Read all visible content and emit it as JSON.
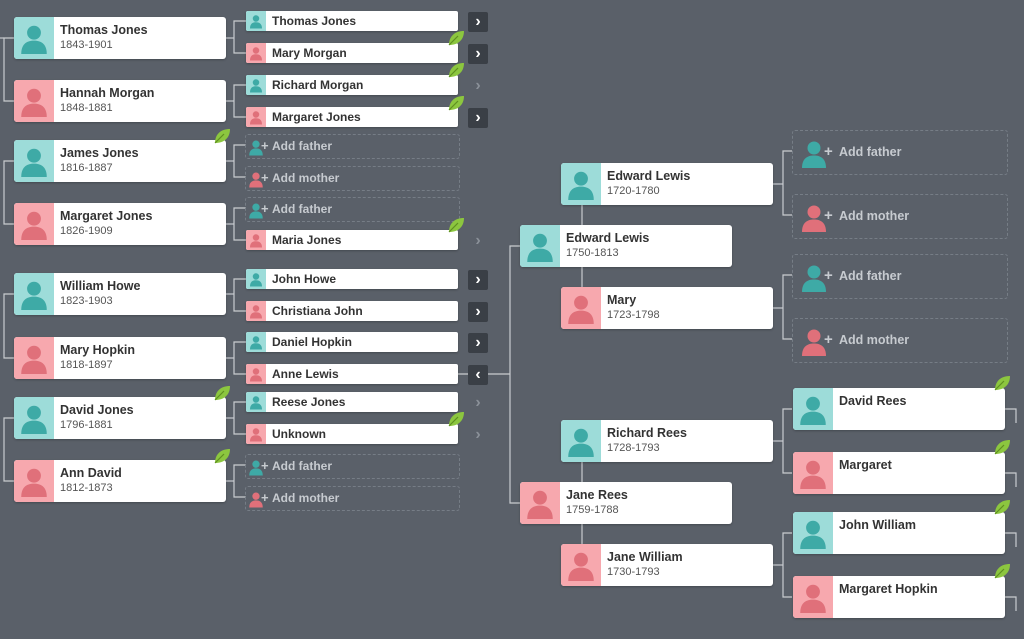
{
  "left_tree": {
    "people": [
      {
        "name": "Thomas Jones",
        "dates": "1843-1901",
        "sex": "m"
      },
      {
        "name": "Hannah Morgan",
        "dates": "1848-1881",
        "sex": "f"
      },
      {
        "name": "James Jones",
        "dates": "1816-1887",
        "sex": "m"
      },
      {
        "name": "Margaret Jones",
        "dates": "1826-1909",
        "sex": "f"
      },
      {
        "name": "William Howe",
        "dates": "1823-1903",
        "sex": "m"
      },
      {
        "name": "Mary Hopkin",
        "dates": "1818-1897",
        "sex": "f"
      },
      {
        "name": "David Jones",
        "dates": "1796-1881",
        "sex": "m"
      },
      {
        "name": "Ann David",
        "dates": "1812-1873",
        "sex": "f"
      }
    ],
    "parents": [
      {
        "name": "Thomas Jones",
        "sex": "m"
      },
      {
        "name": "Mary Morgan",
        "sex": "f"
      },
      {
        "name": "Richard Morgan",
        "sex": "m"
      },
      {
        "name": "Margaret Jones",
        "sex": "f"
      },
      {
        "name": "Add father",
        "sex": "m",
        "add": true
      },
      {
        "name": "Add mother",
        "sex": "f",
        "add": true
      },
      {
        "name": "Add father",
        "sex": "m",
        "add": true
      },
      {
        "name": "Maria Jones",
        "sex": "f"
      },
      {
        "name": "John Howe",
        "sex": "m"
      },
      {
        "name": "Christiana John",
        "sex": "f"
      },
      {
        "name": "Daniel Hopkin",
        "sex": "m"
      },
      {
        "name": "Anne Lewis",
        "sex": "f"
      },
      {
        "name": "Reese Jones",
        "sex": "m"
      },
      {
        "name": "Unknown",
        "sex": "f"
      },
      {
        "name": "Add father",
        "sex": "m",
        "add": true
      },
      {
        "name": "Add mother",
        "sex": "f",
        "add": true
      }
    ]
  },
  "right_tree": {
    "root": [
      {
        "name": "Edward Lewis",
        "dates": "1750-1813",
        "sex": "m"
      },
      {
        "name": "Jane Rees",
        "dates": "1759-1788",
        "sex": "f"
      }
    ],
    "parents": [
      {
        "name": "Edward Lewis",
        "dates": "1720-1780",
        "sex": "m"
      },
      {
        "name": "Mary",
        "dates": "1723-1798",
        "sex": "f"
      },
      {
        "name": "Richard Rees",
        "dates": "1728-1793",
        "sex": "m"
      },
      {
        "name": "Jane William",
        "dates": "1730-1793",
        "sex": "f"
      }
    ],
    "grandparents": [
      {
        "name": "Add father",
        "sex": "m",
        "add": true
      },
      {
        "name": "Add mother",
        "sex": "f",
        "add": true
      },
      {
        "name": "Add father",
        "sex": "m",
        "add": true
      },
      {
        "name": "Add mother",
        "sex": "f",
        "add": true
      },
      {
        "name": "David Rees",
        "sex": "m"
      },
      {
        "name": "Margaret",
        "sex": "f"
      },
      {
        "name": "John William",
        "sex": "m"
      },
      {
        "name": "Margaret Hopkin",
        "sex": "f"
      }
    ]
  },
  "colors": {
    "background": "#5a6069",
    "male_avatar_bg": "#9ddcd9",
    "male_silhouette": "#3eaaa6",
    "female_avatar_bg": "#f7a8ae",
    "female_silhouette": "#e0707a",
    "leaf": "#8cc63f",
    "connector": "#c9ccd0"
  },
  "icons": {
    "expand": "chevron-right-icon",
    "collapse": "chevron-left-icon",
    "hint": "leaf-hint-icon",
    "add": "plus-icon"
  }
}
